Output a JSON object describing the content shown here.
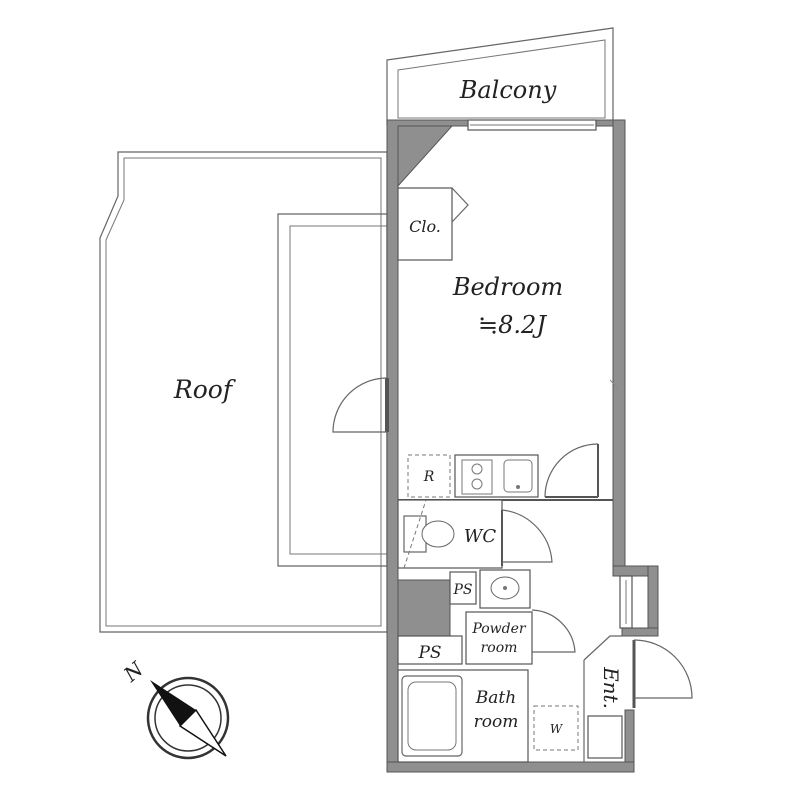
{
  "floorplan": {
    "rooms": {
      "balcony": "Balcony",
      "roof": "Roof",
      "closet": "Clo.",
      "bedroom": "Bedroom",
      "bedroom_size": "≒8.2J",
      "refrigerator": "R",
      "wc": "WC",
      "ps_upper": "PS",
      "powder_room_line1": "Powder",
      "powder_room_line2": "room",
      "ps_lower": "PS",
      "bath_room_line1": "Bath",
      "bath_room_line2": "room",
      "washer": "W",
      "entrance": "Ent."
    },
    "compass": {
      "north_label": "N",
      "icon": "compass-icon"
    },
    "colors": {
      "wall": "#8f8f8f",
      "line": "#666666"
    }
  }
}
